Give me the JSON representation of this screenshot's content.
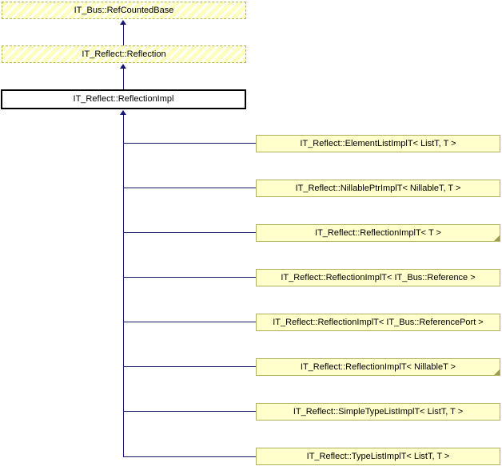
{
  "diagram": {
    "kind": "class-inheritance-graph",
    "colors": {
      "line": "#191970",
      "child_fill": "#ffffcc",
      "child_border": "#b1b15e",
      "hatch_stripe": "#ffffbd",
      "hatch_border": "#b2b25c",
      "current_border": "#000000",
      "text": "#000000"
    },
    "ancestors": [
      {
        "label": "IT_Bus::RefCountedBase",
        "style": "truncated"
      },
      {
        "label": "IT_Reflect::Reflection",
        "style": "truncated"
      }
    ],
    "current": {
      "label": "IT_Reflect::ReflectionImpl"
    },
    "children": [
      {
        "label": "IT_Reflect::ElementListImplT< ListT, T >",
        "has_hidden_children": false
      },
      {
        "label": "IT_Reflect::NillablePtrImplT< NillableT, T >",
        "has_hidden_children": false
      },
      {
        "label": "IT_Reflect::ReflectionImplT< T >",
        "has_hidden_children": true
      },
      {
        "label": "IT_Reflect::ReflectionImplT< IT_Bus::Reference >",
        "has_hidden_children": false
      },
      {
        "label": "IT_Reflect::ReflectionImplT< IT_Bus::ReferencePort >",
        "has_hidden_children": false
      },
      {
        "label": "IT_Reflect::ReflectionImplT< NillableT >",
        "has_hidden_children": true
      },
      {
        "label": "IT_Reflect::SimpleTypeListImplT< ListT, T >",
        "has_hidden_children": false
      },
      {
        "label": "IT_Reflect::TypeListImplT< ListT, T >",
        "has_hidden_children": false
      }
    ]
  }
}
